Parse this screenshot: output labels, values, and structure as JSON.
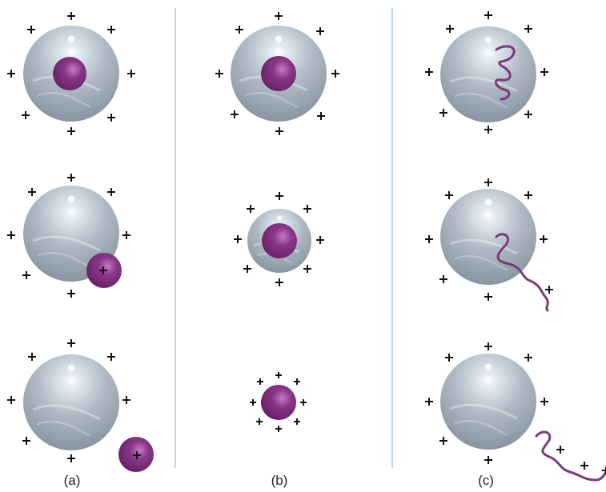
{
  "colors": {
    "background": "#ffffff",
    "divider": "#8fb7dd",
    "sphere_light": "#e6edf3",
    "sphere_mid": "#aeb9c4",
    "sphere_dark": "#7f8c99",
    "particle_light": "#b565b3",
    "particle_mid": "#8a3689",
    "particle_dark": "#5e1d5d",
    "chain": "#7a3a7b",
    "charge": "#111111"
  },
  "panels": [
    {
      "id": "a",
      "caption": "(a)"
    },
    {
      "id": "b",
      "caption": "(b)"
    },
    {
      "id": "c",
      "caption": "(c)"
    }
  ],
  "charge_symbol": "+"
}
